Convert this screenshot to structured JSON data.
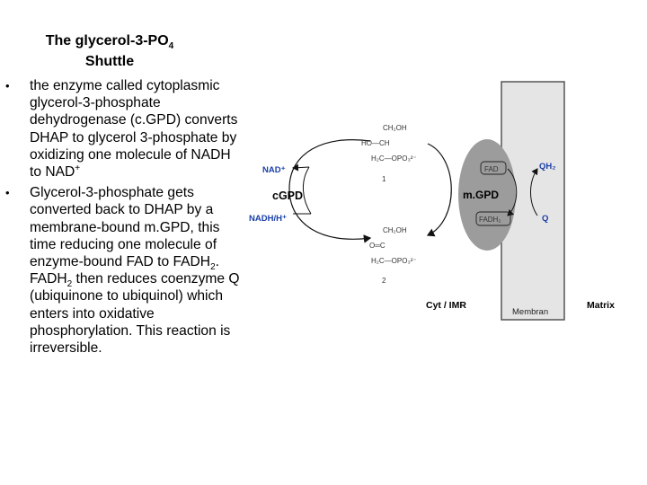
{
  "title": {
    "line1": "The glycerol-3-PO",
    "line1_sub": "4",
    "line2": "Shuttle"
  },
  "bullets": [
    {
      "marker": "•",
      "text": "the enzyme called cytoplasmic glycerol-3-phosphate dehydrogenase (c.GPD) converts DHAP  to glycerol 3-phosphate  by oxidizing one molecule of NADH to NAD",
      "sup": "+"
    },
    {
      "marker": "•",
      "part1": "Glycerol-3-phosphate gets converted back to DHAP by a membrane-bound m.GPD, this time reducing one molecule of enzyme-bound FAD to FADH",
      "sub1": "2",
      "part2": ". FADH",
      "sub2": "2",
      "part3": " then reduces coenzyme Q (ubiquinone to ubiquinol) which enters into oxidative phosphorylation. This reaction is irreversible."
    }
  ],
  "diagram": {
    "nad_plus": "NAD⁺",
    "nadh": "NADH/H⁺",
    "cgpd": "cGPD",
    "mgpd": "m.GPD",
    "fad": "FAD",
    "fadh2": "FADH₂",
    "qh2": "QH₂",
    "q": "Q",
    "mol1": {
      "l1": "CH₂OH",
      "l2": "HO—CH",
      "l3": "H₂C—OPO₃²⁻",
      "num": "1"
    },
    "mol2": {
      "l1": "CH₂OH",
      "l2": "O═C",
      "l3": "H₂C—OPO₃²⁻",
      "num": "2"
    },
    "cyt": "Cyt / IMR",
    "membran": "Membran",
    "matrix": "Matrix"
  }
}
